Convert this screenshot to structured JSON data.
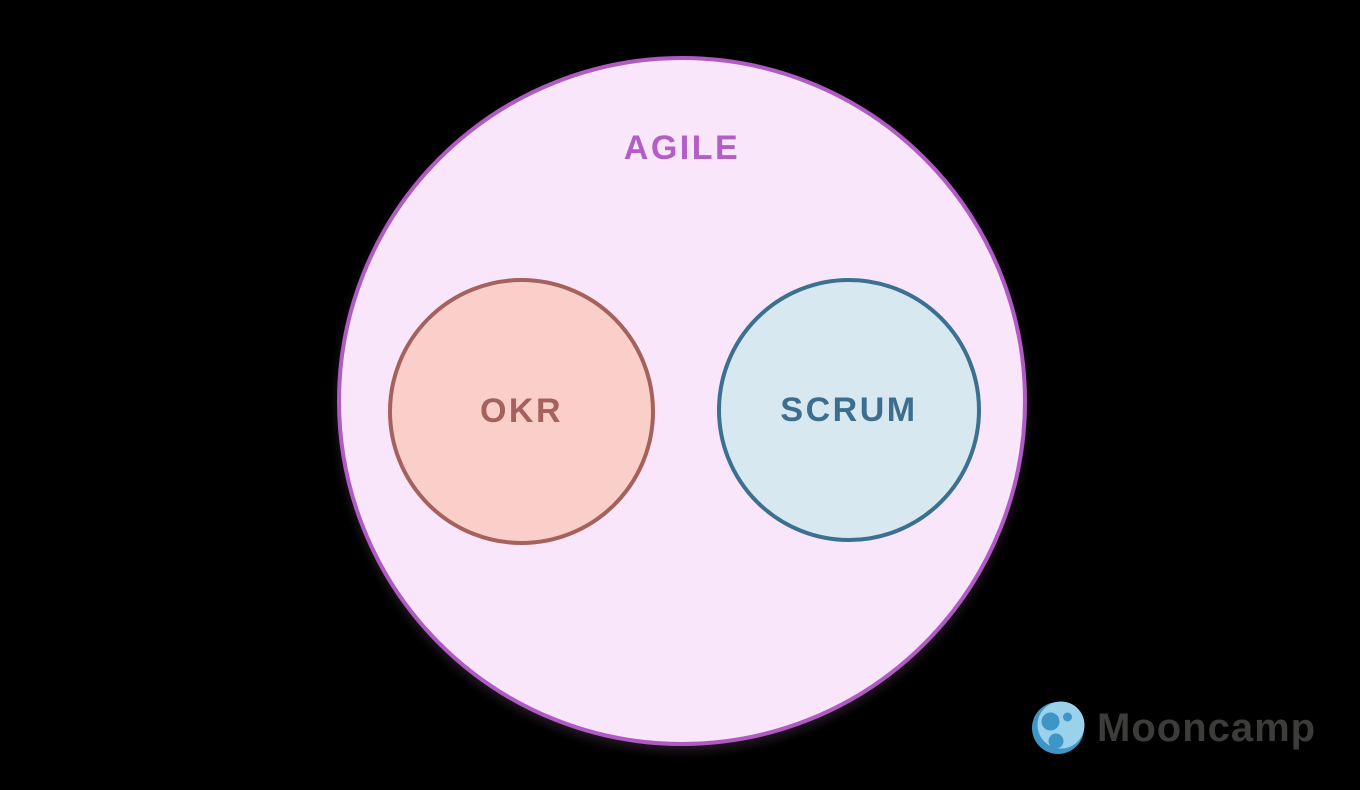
{
  "diagram": {
    "outer_circle": {
      "label": "AGILE"
    },
    "inner_left_circle": {
      "label": "OKR"
    },
    "inner_right_circle": {
      "label": "SCRUM"
    }
  },
  "branding": {
    "name": "Mooncamp",
    "icon": "moon-icon"
  },
  "colors": {
    "background": "#000000",
    "agile_fill": "#F9E6FB",
    "agile_border": "#AF5BC3",
    "agile_text": "#B25FC5",
    "okr_fill": "#FACFC9",
    "okr_border": "#A5625C",
    "okr_text": "#A5625C",
    "scrum_fill": "#D8E8F1",
    "scrum_border": "#3C7090",
    "scrum_text": "#3D6E8E",
    "logo_text": "#3C3C3A",
    "moon_dark": "#3E96C6",
    "moon_light": "#9BD2EB"
  }
}
